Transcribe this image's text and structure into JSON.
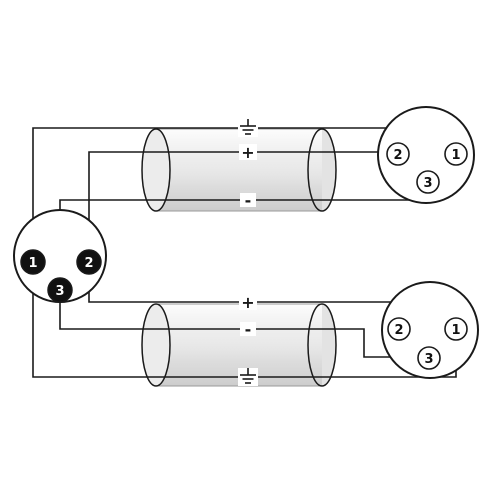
{
  "colors": {
    "line": "#1a1a1a",
    "shield_fill": "#e3e3e3",
    "pin_dark": "#111111",
    "pin_light": "#ffffff"
  },
  "left_connector": {
    "type": "male",
    "pins": {
      "p1": "1",
      "p2": "2",
      "p3": "3"
    }
  },
  "upper_connector": {
    "type": "female",
    "pins": {
      "p1": "1",
      "p2": "2",
      "p3": "3"
    }
  },
  "lower_connector": {
    "type": "female",
    "pins": {
      "p1": "1",
      "p2": "2",
      "p3": "3"
    }
  },
  "upper_cable": {
    "ground_icon": "ground-icon",
    "plus_label": "+",
    "minus_label": "-"
  },
  "lower_cable": {
    "ground_icon": "ground-icon",
    "plus_label": "+",
    "minus_label": "-"
  }
}
